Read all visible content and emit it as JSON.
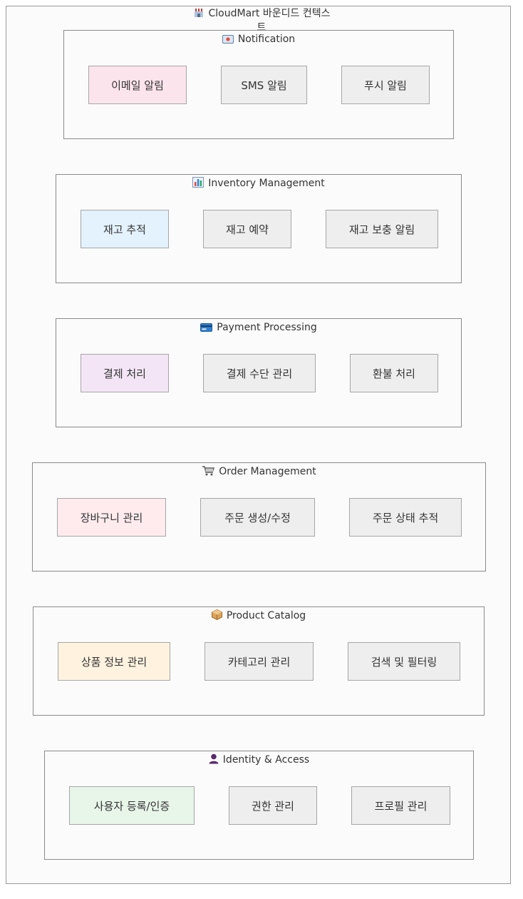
{
  "diagram_title": "CloudMart 바운디드 컨텍스트",
  "contexts": [
    {
      "name": "Notification",
      "icon": "envelope-icon",
      "nodes": [
        {
          "label": "이메일 알림",
          "fill": "#fce4ec"
        },
        {
          "label": "SMS 알림",
          "fill": "#eeeeee"
        },
        {
          "label": "푸시 알림",
          "fill": "#eeeeee"
        }
      ]
    },
    {
      "name": "Inventory Management",
      "icon": "bar-chart-icon",
      "nodes": [
        {
          "label": "재고 추적",
          "fill": "#e3f2fd"
        },
        {
          "label": "재고 예약",
          "fill": "#eeeeee"
        },
        {
          "label": "재고 보충 알림",
          "fill": "#eeeeee"
        }
      ]
    },
    {
      "name": "Payment Processing",
      "icon": "credit-card-icon",
      "nodes": [
        {
          "label": "결제 처리",
          "fill": "#f3e5f5"
        },
        {
          "label": "결제 수단 관리",
          "fill": "#eeeeee"
        },
        {
          "label": "환불 처리",
          "fill": "#eeeeee"
        }
      ]
    },
    {
      "name": "Order Management",
      "icon": "shopping-cart-icon",
      "nodes": [
        {
          "label": "장바구니 관리",
          "fill": "#ffebee"
        },
        {
          "label": "주문 생성/수정",
          "fill": "#eeeeee"
        },
        {
          "label": "주문 상태 추적",
          "fill": "#eeeeee"
        }
      ]
    },
    {
      "name": "Product Catalog",
      "icon": "package-icon",
      "nodes": [
        {
          "label": "상품 정보 관리",
          "fill": "#fff3e0"
        },
        {
          "label": "카테고리 관리",
          "fill": "#eeeeee"
        },
        {
          "label": "검색 및 필터링",
          "fill": "#eeeeee"
        }
      ]
    },
    {
      "name": "Identity & Access",
      "icon": "user-icon",
      "nodes": [
        {
          "label": "사용자 등록/인증",
          "fill": "#e8f5e9"
        },
        {
          "label": "권한 관리",
          "fill": "#eeeeee"
        },
        {
          "label": "프로필 관리",
          "fill": "#eeeeee"
        }
      ]
    }
  ]
}
